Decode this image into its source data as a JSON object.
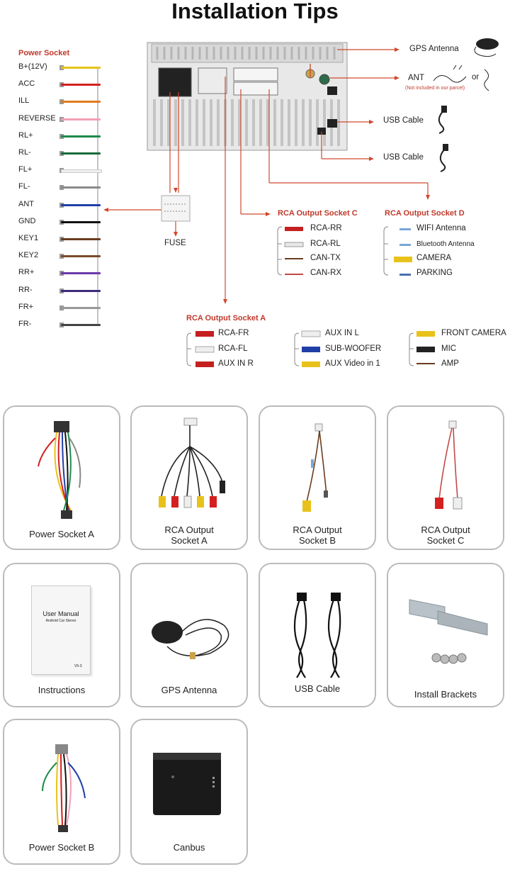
{
  "title": "Installation Tips",
  "power_socket": {
    "header": "Power Socket",
    "pins": [
      {
        "label": "B+(12V)",
        "color": "#e8c21a"
      },
      {
        "label": "ACC",
        "color": "#d32020"
      },
      {
        "label": "ILL",
        "color": "#e07a1e"
      },
      {
        "label": "REVERSE",
        "color": "#f2a0b4"
      },
      {
        "label": "RL+",
        "color": "#1f8a4c"
      },
      {
        "label": "RL-",
        "color": "#186b3a"
      },
      {
        "label": "FL+",
        "color": "#f0f0f0"
      },
      {
        "label": "FL-",
        "color": "#8a8a8a"
      },
      {
        "label": "ANT",
        "color": "#1f3fa8"
      },
      {
        "label": "GND",
        "color": "#111111"
      },
      {
        "label": "KEY1",
        "color": "#6b3b1f"
      },
      {
        "label": "KEY2",
        "color": "#7b4a2a"
      },
      {
        "label": "RR+",
        "color": "#6a3aa8"
      },
      {
        "label": "RR-",
        "color": "#3e2a7a"
      },
      {
        "label": "FR+",
        "color": "#999999"
      },
      {
        "label": "FR-",
        "color": "#444444"
      }
    ]
  },
  "fuse": "FUSE",
  "right_items": {
    "gps": "GPS Antenna",
    "ant": "ANT",
    "ant_note": "(Not included in our parcel)",
    "or": "or",
    "usb1": "USB  Cable",
    "usb2": "USB Cable"
  },
  "rca_c": {
    "header": "RCA Output Socket C",
    "items": [
      "RCA-RR",
      "RCA-RL",
      "CAN-TX",
      "CAN-RX"
    ]
  },
  "rca_d": {
    "header": "RCA Output Socket D",
    "items": [
      "WIFI Antenna",
      "Bluetooth Antenna",
      "CAMERA",
      "PARKING"
    ]
  },
  "rca_a": {
    "header": "RCA Output Socket A",
    "col1": [
      "RCA-FR",
      "RCA-FL",
      "AUX IN R"
    ],
    "col2": [
      "AUX IN L",
      "SUB-WOOFER",
      "AUX Video in 1"
    ],
    "col3": [
      "FRONT CAMERA",
      "MIC",
      "AMP"
    ]
  },
  "accessories": [
    {
      "line1": "Power Socket A",
      "line2": ""
    },
    {
      "line1": "RCA Output",
      "line2": "Socket A"
    },
    {
      "line1": "RCA Output",
      "line2": "Socket B"
    },
    {
      "line1": "RCA Output",
      "line2": "Socket C"
    },
    {
      "line1": "Instructions",
      "line2": ""
    },
    {
      "line1": "GPS Antenna",
      "line2": ""
    },
    {
      "line1": "USB Cable",
      "line2": ""
    },
    {
      "line1": "Install  Brackets",
      "line2": ""
    },
    {
      "line1": "Power Socket B",
      "line2": ""
    },
    {
      "line1": "Canbus",
      "line2": ""
    }
  ],
  "manual": {
    "title": "User Manual",
    "subtitle": "Android Car Stereo",
    "version": "V5-3"
  },
  "accent_color": "#c0392b"
}
